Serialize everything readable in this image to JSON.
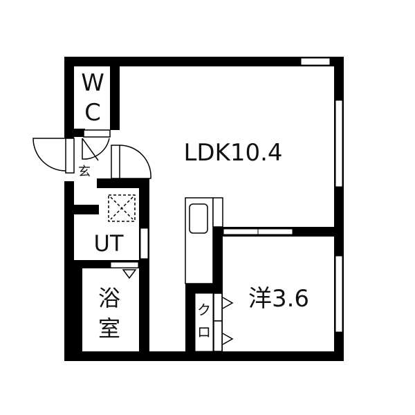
{
  "floorplan": {
    "rooms": {
      "wc": {
        "line1": "W",
        "line2": "C"
      },
      "entrance": {
        "label": "玄"
      },
      "ldk": {
        "label": "LDK10.4"
      },
      "ut": {
        "label": "UT"
      },
      "bath": {
        "line1": "浴",
        "line2": "室"
      },
      "western": {
        "label": "洋3.6"
      },
      "closet": {
        "line1": "ク",
        "line2": "ロ"
      }
    },
    "colors": {
      "wall": "#000000",
      "background": "#ffffff"
    }
  }
}
